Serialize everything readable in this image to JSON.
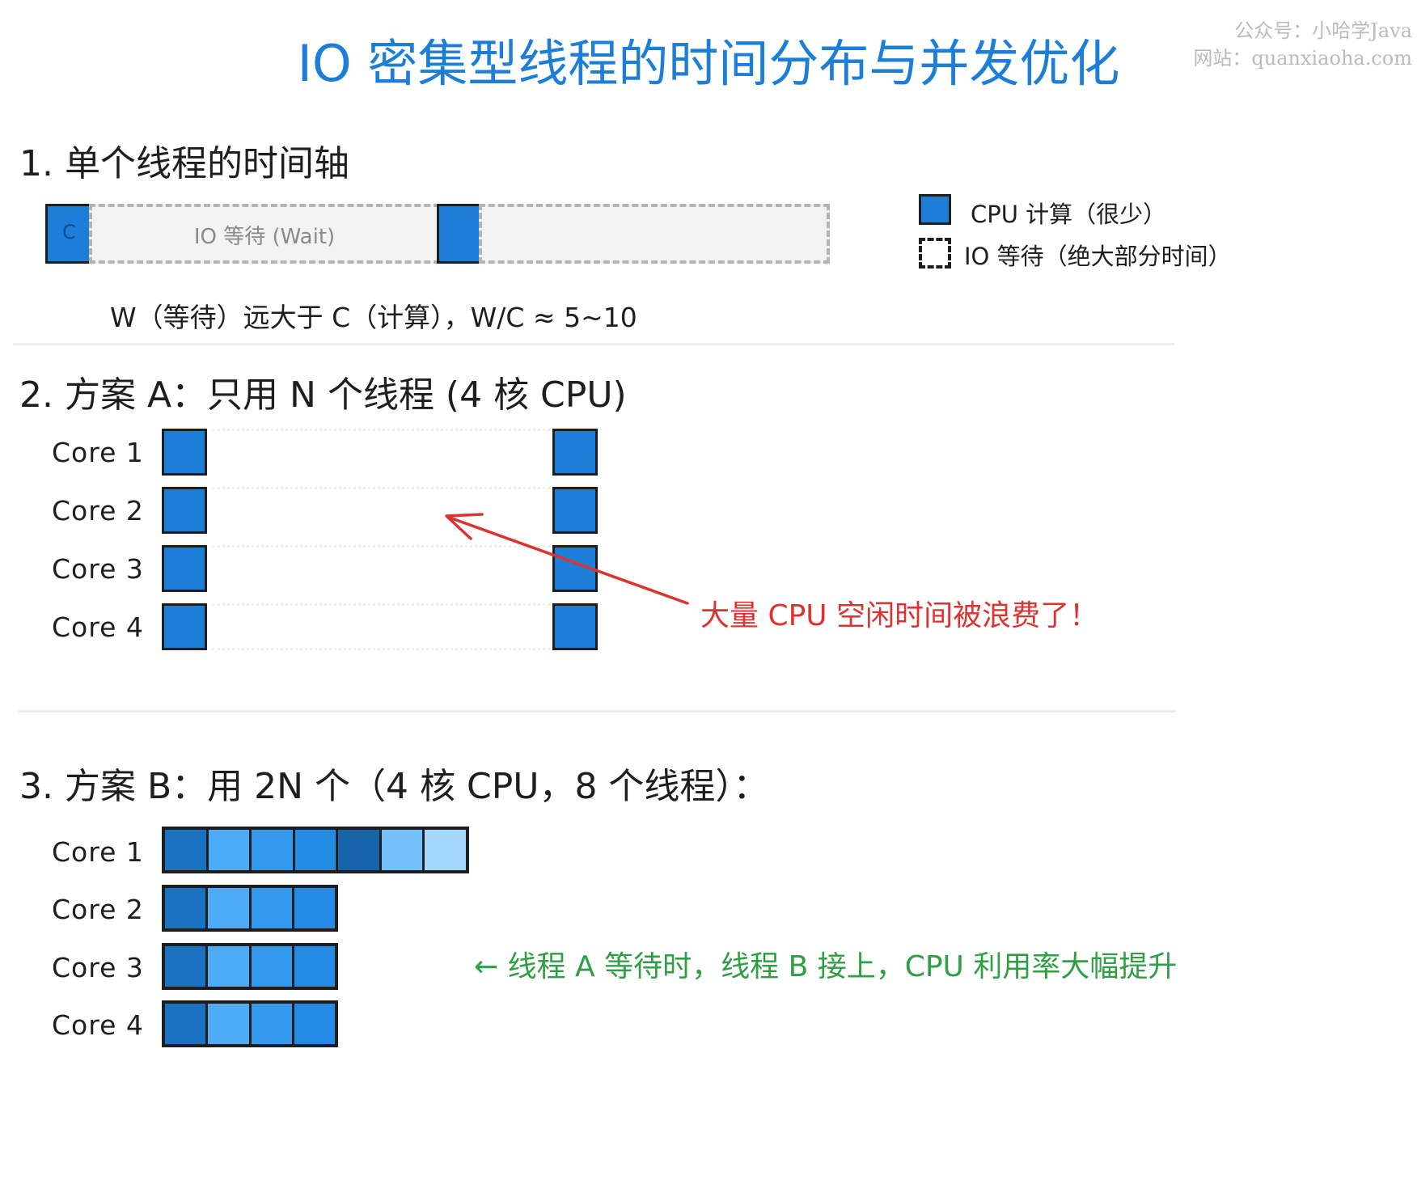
{
  "title": "IO 密集型线程的时间分布与并发优化",
  "watermark": {
    "line1": "公众号：小哈学Java",
    "line2": "网站：quanxiaoha.com"
  },
  "section1": {
    "heading": "1. 单个线程的时间轴",
    "cpu_block_label": "C",
    "wait_label": "IO 等待 (Wait)",
    "formula": "W（等待）远大于 C（计算），W/C ≈ 5~10",
    "legend": {
      "cpu": "CPU 计算（很少）",
      "io": "IO 等待（绝大部分时间）"
    }
  },
  "section2": {
    "heading": "2. 方案 A：只用 N 个线程 (4 核 CPU)",
    "cores": [
      "Core 1",
      "Core 2",
      "Core 3",
      "Core 4"
    ],
    "annotation": "大量 CPU 空闲时间被浪费了！"
  },
  "section3": {
    "heading": "3. 方案 B：用 2N 个（4 核 CPU，8 个线程）：",
    "cores": [
      "Core 1",
      "Core 2",
      "Core 3",
      "Core 4"
    ],
    "annotation": "← 线程 A 等待时，线程 B 接上，CPU 利用率大幅提升",
    "core_segments": [
      [
        "#1971c2",
        "#4dabf7",
        "#339af0",
        "#228be6",
        "#1864ab",
        "#74c0fc",
        "#a5d8ff"
      ],
      [
        "#1971c2",
        "#4dabf7",
        "#339af0",
        "#228be6"
      ],
      [
        "#1971c2",
        "#4dabf7",
        "#339af0",
        "#228be6"
      ],
      [
        "#1971c2",
        "#4dabf7",
        "#339af0",
        "#228be6"
      ]
    ]
  },
  "colors": {
    "title": "#1c7ed6",
    "cpu": "#1c7ed6",
    "annotation_red": "#e03131",
    "annotation_green": "#2f9e44"
  }
}
